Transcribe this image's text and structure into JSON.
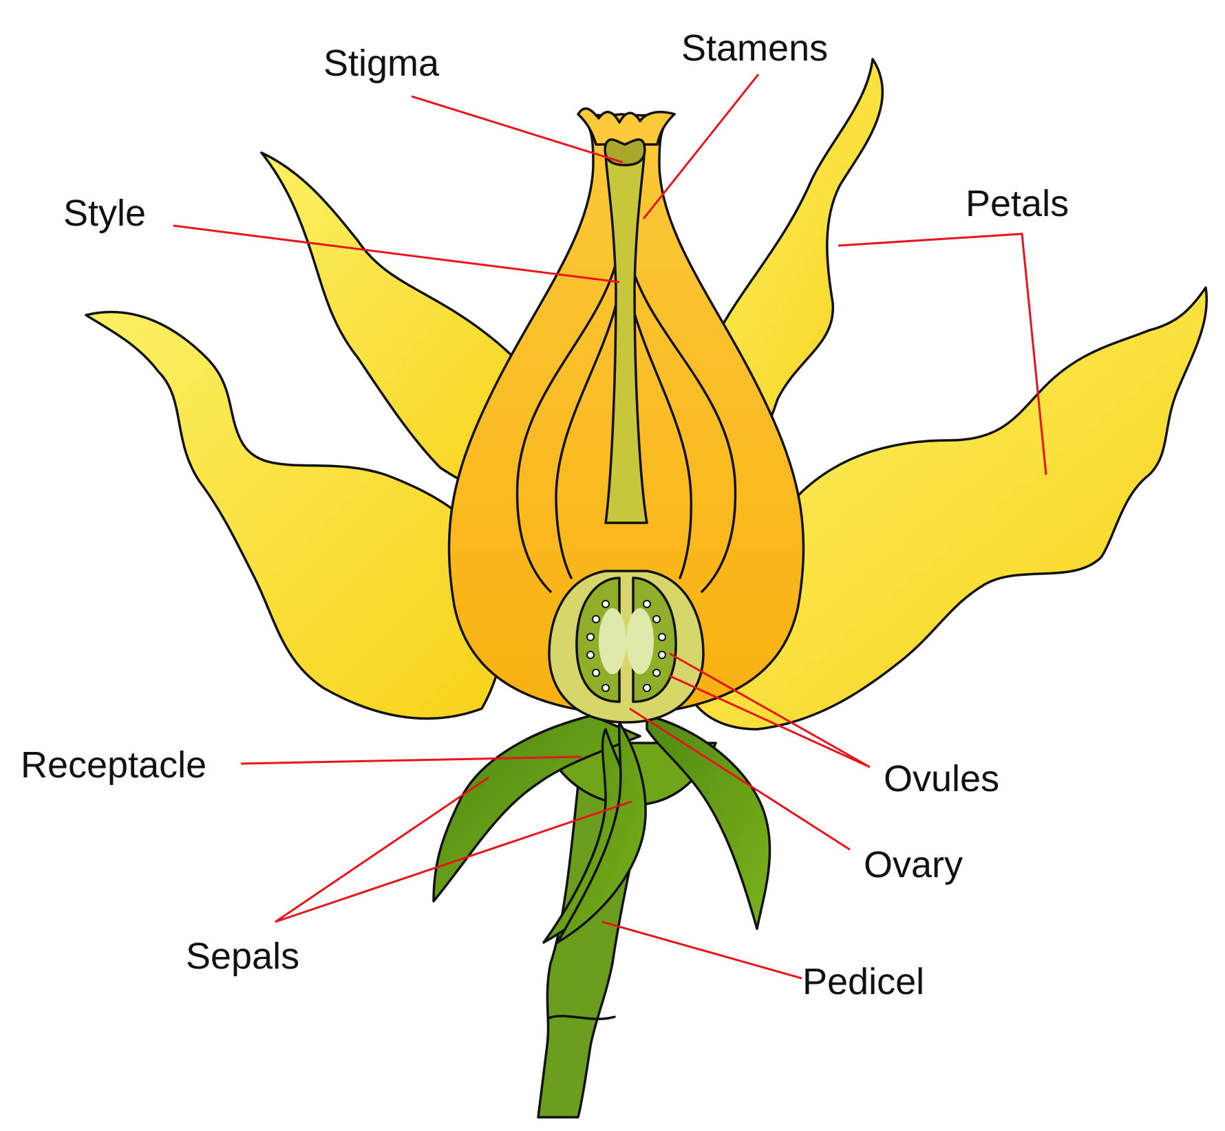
{
  "labels": {
    "stigma": "Stigma",
    "stamens": "Stamens",
    "style": "Style",
    "petals": "Petals",
    "receptacle": "Receptacle",
    "ovules": "Ovules",
    "ovary": "Ovary",
    "sepals": "Sepals",
    "pedicel": "Pedicel"
  },
  "colors": {
    "leader_line": "#e8131b",
    "petal_light": "#fbf064",
    "petal_dark": "#f8d21a",
    "stamen_light": "#fbc93a",
    "stamen_dark": "#f9b111",
    "pistil": "#c8c63a",
    "ovary_wall": "#d6d66a",
    "ovary_chamber": "#8fae2a",
    "ovule": "#dfe9a9",
    "sepal": "#6fa516",
    "stem": "#6a9e1c",
    "outline": "#111111"
  }
}
